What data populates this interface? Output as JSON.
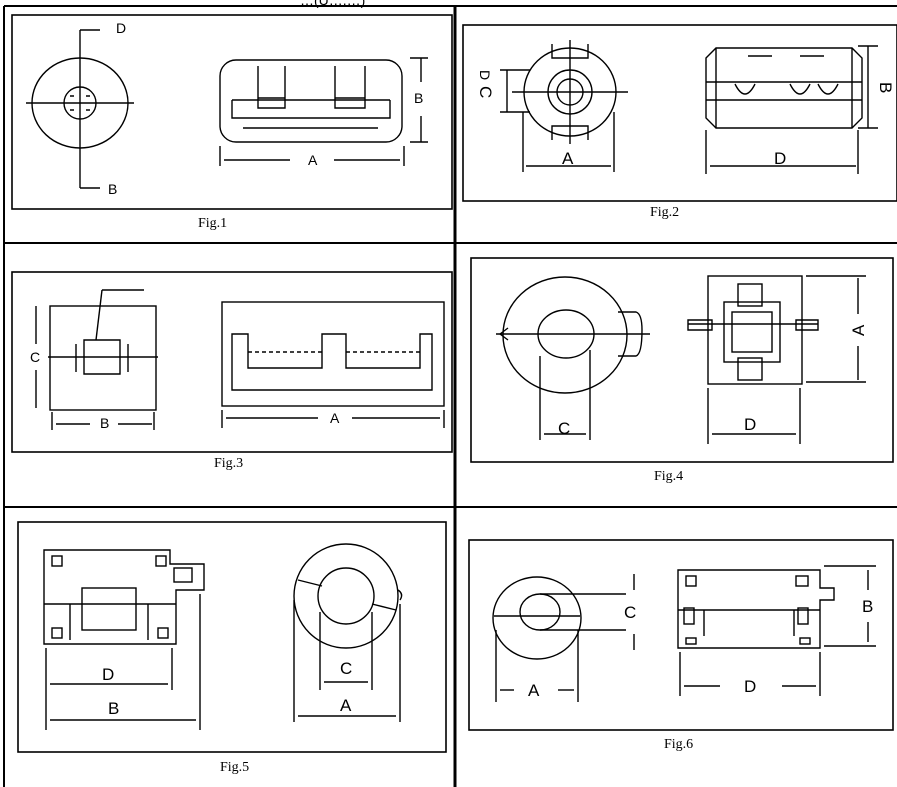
{
  "header_fragment": "…(U….…)",
  "figures": [
    {
      "caption": "Fig.1",
      "labels": [
        "D",
        "B",
        "B",
        "A"
      ]
    },
    {
      "caption": "Fig.2",
      "labels": [
        "C",
        "D",
        "A",
        "B",
        "D"
      ]
    },
    {
      "caption": "Fig.3",
      "labels": [
        "C",
        "B",
        "A"
      ]
    },
    {
      "caption": "Fig.4",
      "labels": [
        "C",
        "A",
        "D"
      ]
    },
    {
      "caption": "Fig.5",
      "labels": [
        "D",
        "C",
        "B",
        "A"
      ]
    },
    {
      "caption": "Fig.6",
      "labels": [
        "C",
        "B",
        "A",
        "D"
      ]
    }
  ]
}
